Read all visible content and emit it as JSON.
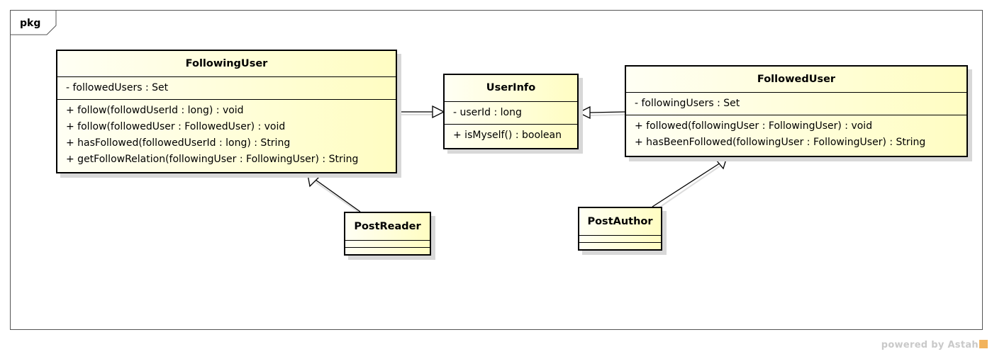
{
  "frame": {
    "label": "pkg"
  },
  "classes": {
    "following_user": {
      "name": "FollowingUser",
      "attributes": [
        "- followedUsers : Set"
      ],
      "operations": [
        "+ follow(followdUserId : long) : void",
        "+ follow(followedUser : FollowedUser) : void",
        "+ hasFollowed(followedUserId : long) : String",
        "+ getFollowRelation(followingUser : FollowingUser) : String"
      ]
    },
    "user_info": {
      "name": "UserInfo",
      "attributes": [
        "- userId : long"
      ],
      "operations": [
        "+ isMyself() : boolean"
      ]
    },
    "followed_user": {
      "name": "FollowedUser",
      "attributes": [
        "- followingUsers : Set"
      ],
      "operations": [
        "+ followed(followingUser : FollowingUser) : void",
        "+ hasBeenFollowed(followingUser : FollowingUser) : String"
      ]
    },
    "post_reader": {
      "name": "PostReader"
    },
    "post_author": {
      "name": "PostAuthor"
    }
  },
  "relations": [
    {
      "from": "FollowingUser",
      "to": "UserInfo",
      "kind": "generalization"
    },
    {
      "from": "FollowedUser",
      "to": "UserInfo",
      "kind": "generalization"
    },
    {
      "from": "PostReader",
      "to": "FollowingUser",
      "kind": "generalization"
    },
    {
      "from": "PostAuthor",
      "to": "FollowedUser",
      "kind": "generalization"
    }
  ],
  "watermark": {
    "text": "powered by Astah"
  }
}
